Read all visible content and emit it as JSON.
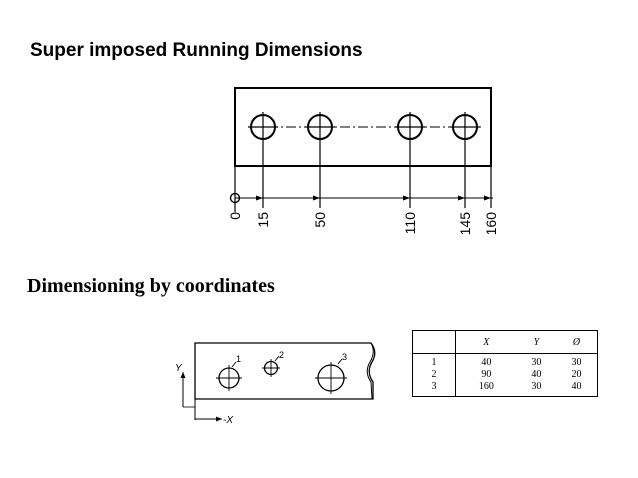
{
  "titles": {
    "running": "Super imposed Running Dimensions",
    "coordinates": "Dimensioning by coordinates"
  },
  "running_dims": {
    "labels": [
      "0",
      "15",
      "50",
      "110",
      "145",
      "160"
    ]
  },
  "coord_figure": {
    "y_axis_label": "Y",
    "x_axis_label": "-X",
    "hole_labels": [
      "1",
      "2",
      "3"
    ]
  },
  "coord_table": {
    "headers": [
      "",
      "X",
      "Y",
      "Ø"
    ],
    "rows": [
      [
        "1",
        "40",
        "30",
        "30"
      ],
      [
        "2",
        "90",
        "40",
        "20"
      ],
      [
        "3",
        "160",
        "30",
        "40"
      ]
    ]
  }
}
